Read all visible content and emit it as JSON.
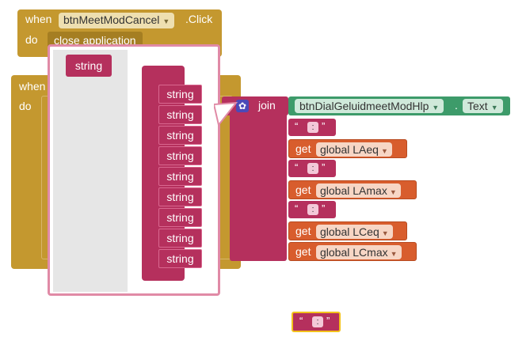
{
  "block1": {
    "when": "when",
    "component": "btnMeetModCancel",
    "event": ".Click",
    "do": "do",
    "action": "close application"
  },
  "block2": {
    "when": "when",
    "do": "do"
  },
  "flyout": {
    "string_block": "string",
    "items": [
      "string",
      "string",
      "string",
      "string",
      "string",
      "string",
      "string",
      "string",
      "string"
    ]
  },
  "join": {
    "label": "join",
    "component": "btnDialGeluidmeetModHlp",
    "dot": ".",
    "property": "Text",
    "text_value": ":"
  },
  "getters": [
    {
      "get": "get",
      "var": "global LAeq"
    },
    {
      "get": "get",
      "var": "global LAmax"
    },
    {
      "get": "get",
      "var": "global LCeq"
    },
    {
      "get": "get",
      "var": "global LCmax"
    }
  ],
  "quotes": {
    "open": "“",
    "close": "”"
  },
  "loose_text": ":"
}
